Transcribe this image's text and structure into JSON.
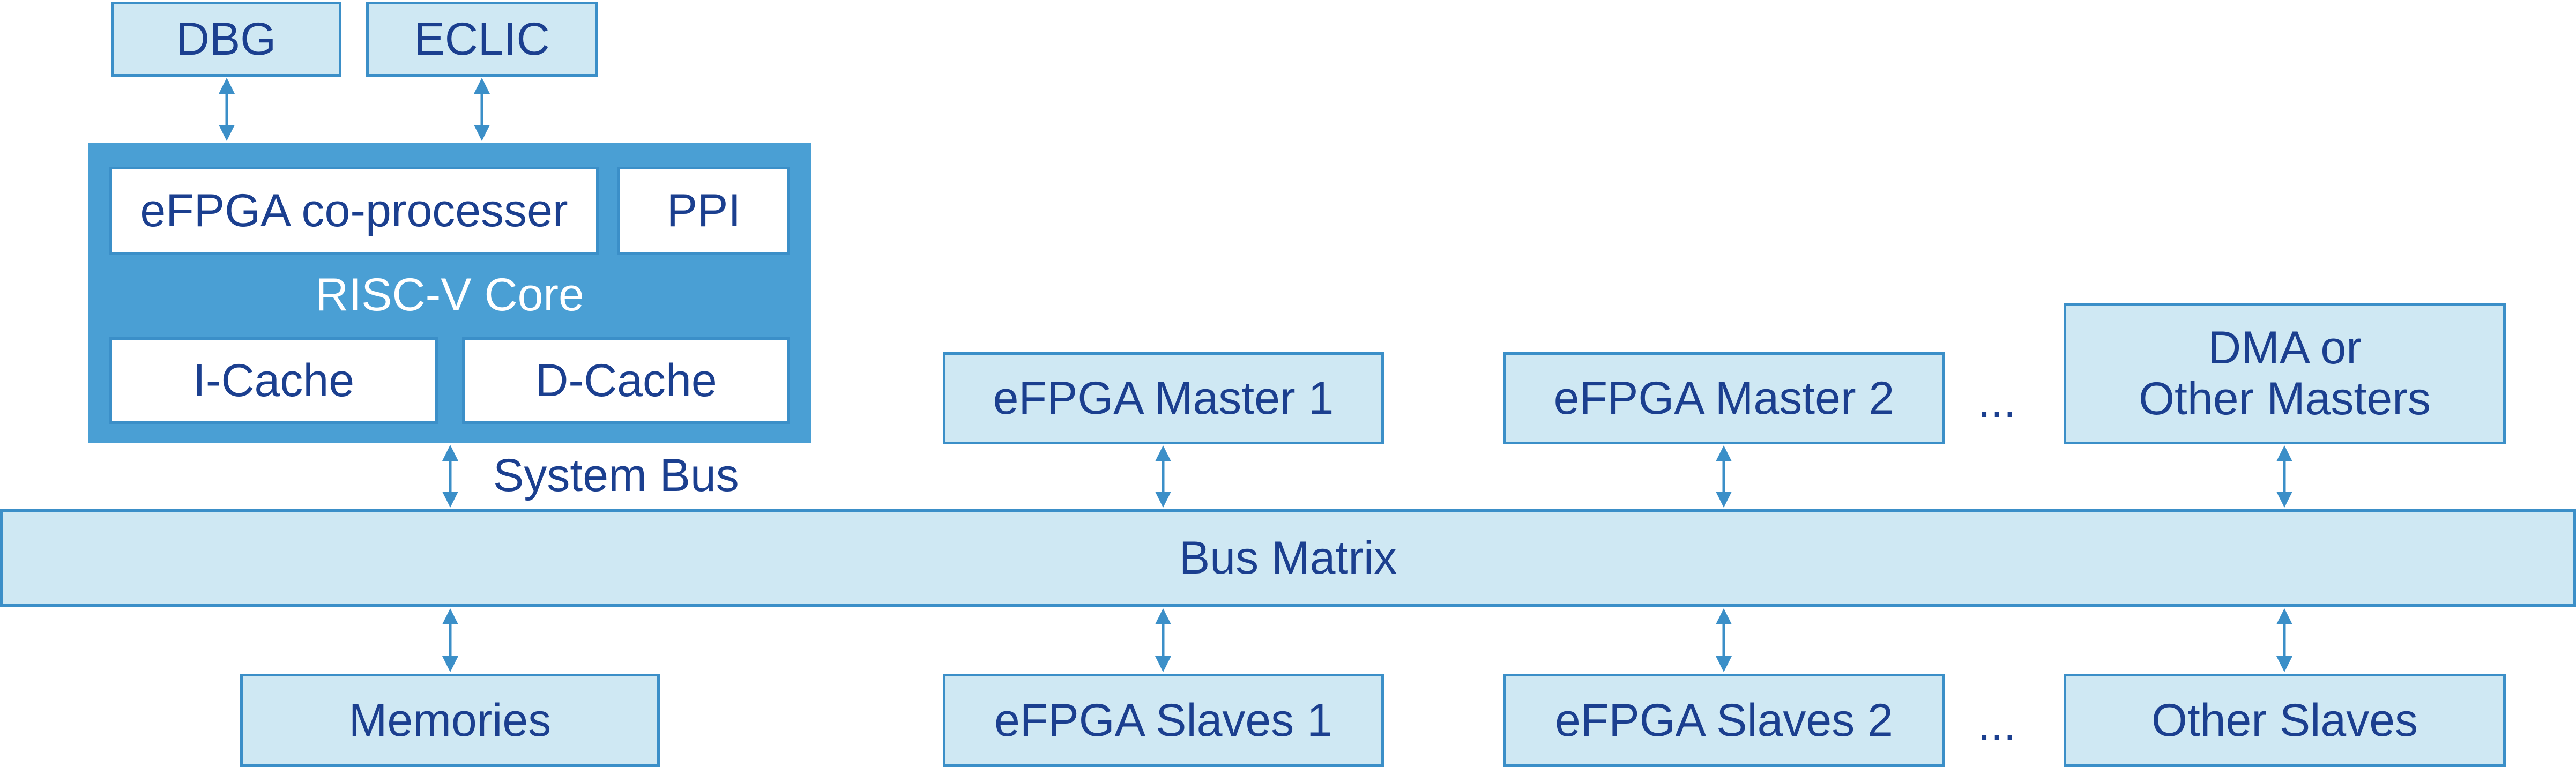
{
  "blocks": {
    "dbg": "DBG",
    "eclic": "ECLIC",
    "efpga_coprocessor": "eFPGA co-processer",
    "ppi": "PPI",
    "core_label": "RISC-V Core",
    "icache": "I-Cache",
    "dcache": "D-Cache",
    "system_bus": "System Bus",
    "bus_matrix": "Bus Matrix",
    "master1": "eFPGA Master 1",
    "master2": "eFPGA Master 2",
    "dma_line1": "DMA or",
    "dma_line2": "Other Masters",
    "memories": "Memories",
    "slaves1": "eFPGA Slaves 1",
    "slaves2": "eFPGA Slaves 2",
    "other_slaves": "Other Slaves",
    "ellipsis_masters": "...",
    "ellipsis_slaves": "..."
  },
  "colors": {
    "box_fill": "#cfe8f3",
    "box_border": "#3b8fc8",
    "core_fill": "#4a9fd4",
    "text": "#1b3f8f",
    "arrow": "#3b8fc8"
  }
}
